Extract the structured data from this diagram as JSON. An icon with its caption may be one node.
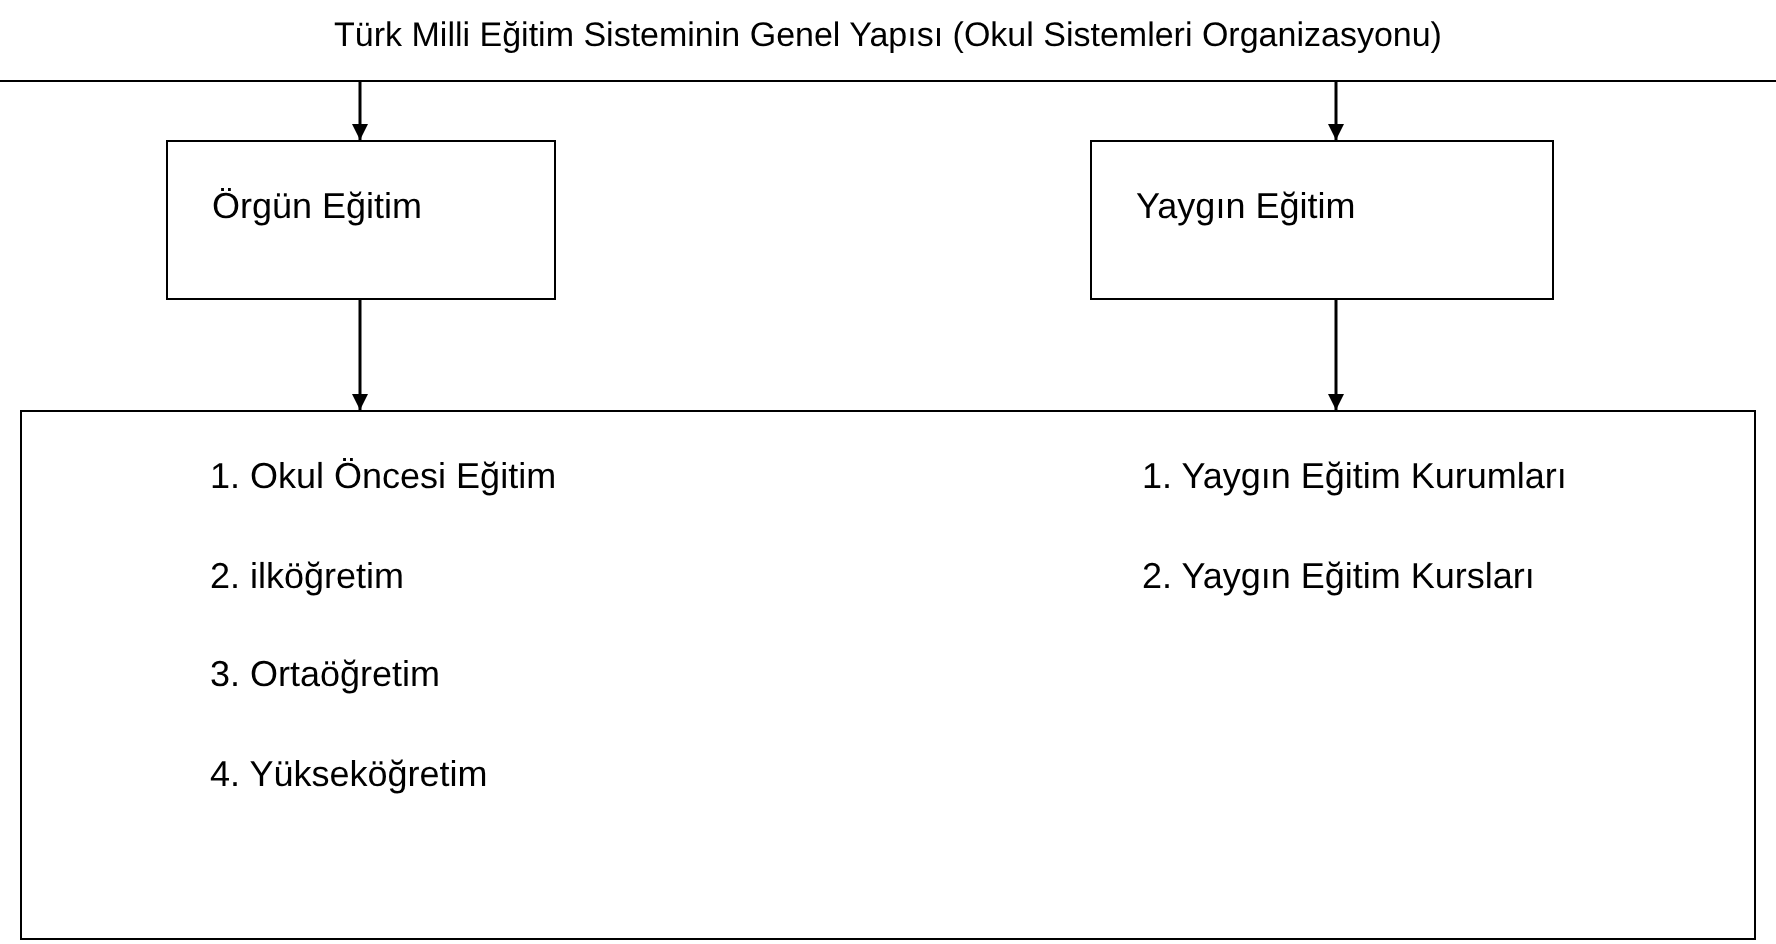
{
  "diagram": {
    "nodes": [
      {
        "text": [
          "Türk Milli Eğitim Sisteminin Genel Yapısı (Okul Sistemleri Organizasyonu)"
        ]
      },
      {
        "text": [
          "Örgün Eğitim"
        ]
      },
      {
        "text": [
          "Yaygın Eğitim"
        ]
      },
      {
        "text": [
          "1. Okul Öncesi Eğitim",
          "2. ilköğretim",
          "3. Ortaöğretim",
          "4. Yükseköğretim",
          "1. Yaygın Eğitim Kurumları",
          "2. Yaygın Eğitim Kursları"
        ]
      }
    ],
    "edges": [
      {
        "from": 0,
        "to": 1,
        "arrow": "to"
      },
      {
        "from": 0,
        "to": 2,
        "arrow": "to"
      },
      {
        "from": 1,
        "to": 3,
        "arrow": "to"
      },
      {
        "from": 2,
        "to": 3,
        "arrow": "to"
      }
    ]
  }
}
